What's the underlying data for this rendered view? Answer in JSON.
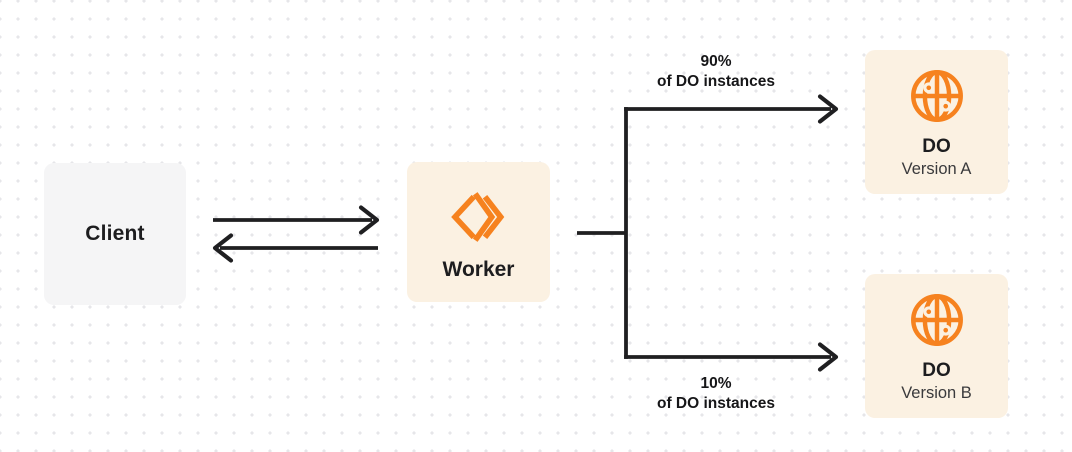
{
  "diagram": {
    "client": {
      "label": "Client"
    },
    "worker": {
      "label": "Worker",
      "icon": "workers-icon"
    },
    "branch_a": {
      "percent": "90%",
      "caption": "of DO instances"
    },
    "branch_b": {
      "percent": "10%",
      "caption": "of DO instances"
    },
    "do_version_a": {
      "title": "DO",
      "subtitle": "Version A",
      "icon": "globe-icon"
    },
    "do_version_b": {
      "title": "DO",
      "subtitle": "Version B",
      "icon": "globe-icon"
    },
    "colors": {
      "accent_orange": "#F6821F",
      "node_cream": "#FBF1E2",
      "node_gray": "#F5F5F6",
      "line_dark": "#1F1F21",
      "dot_grid": "#E6E6E9",
      "text_dark": "#1D1D1F"
    }
  }
}
